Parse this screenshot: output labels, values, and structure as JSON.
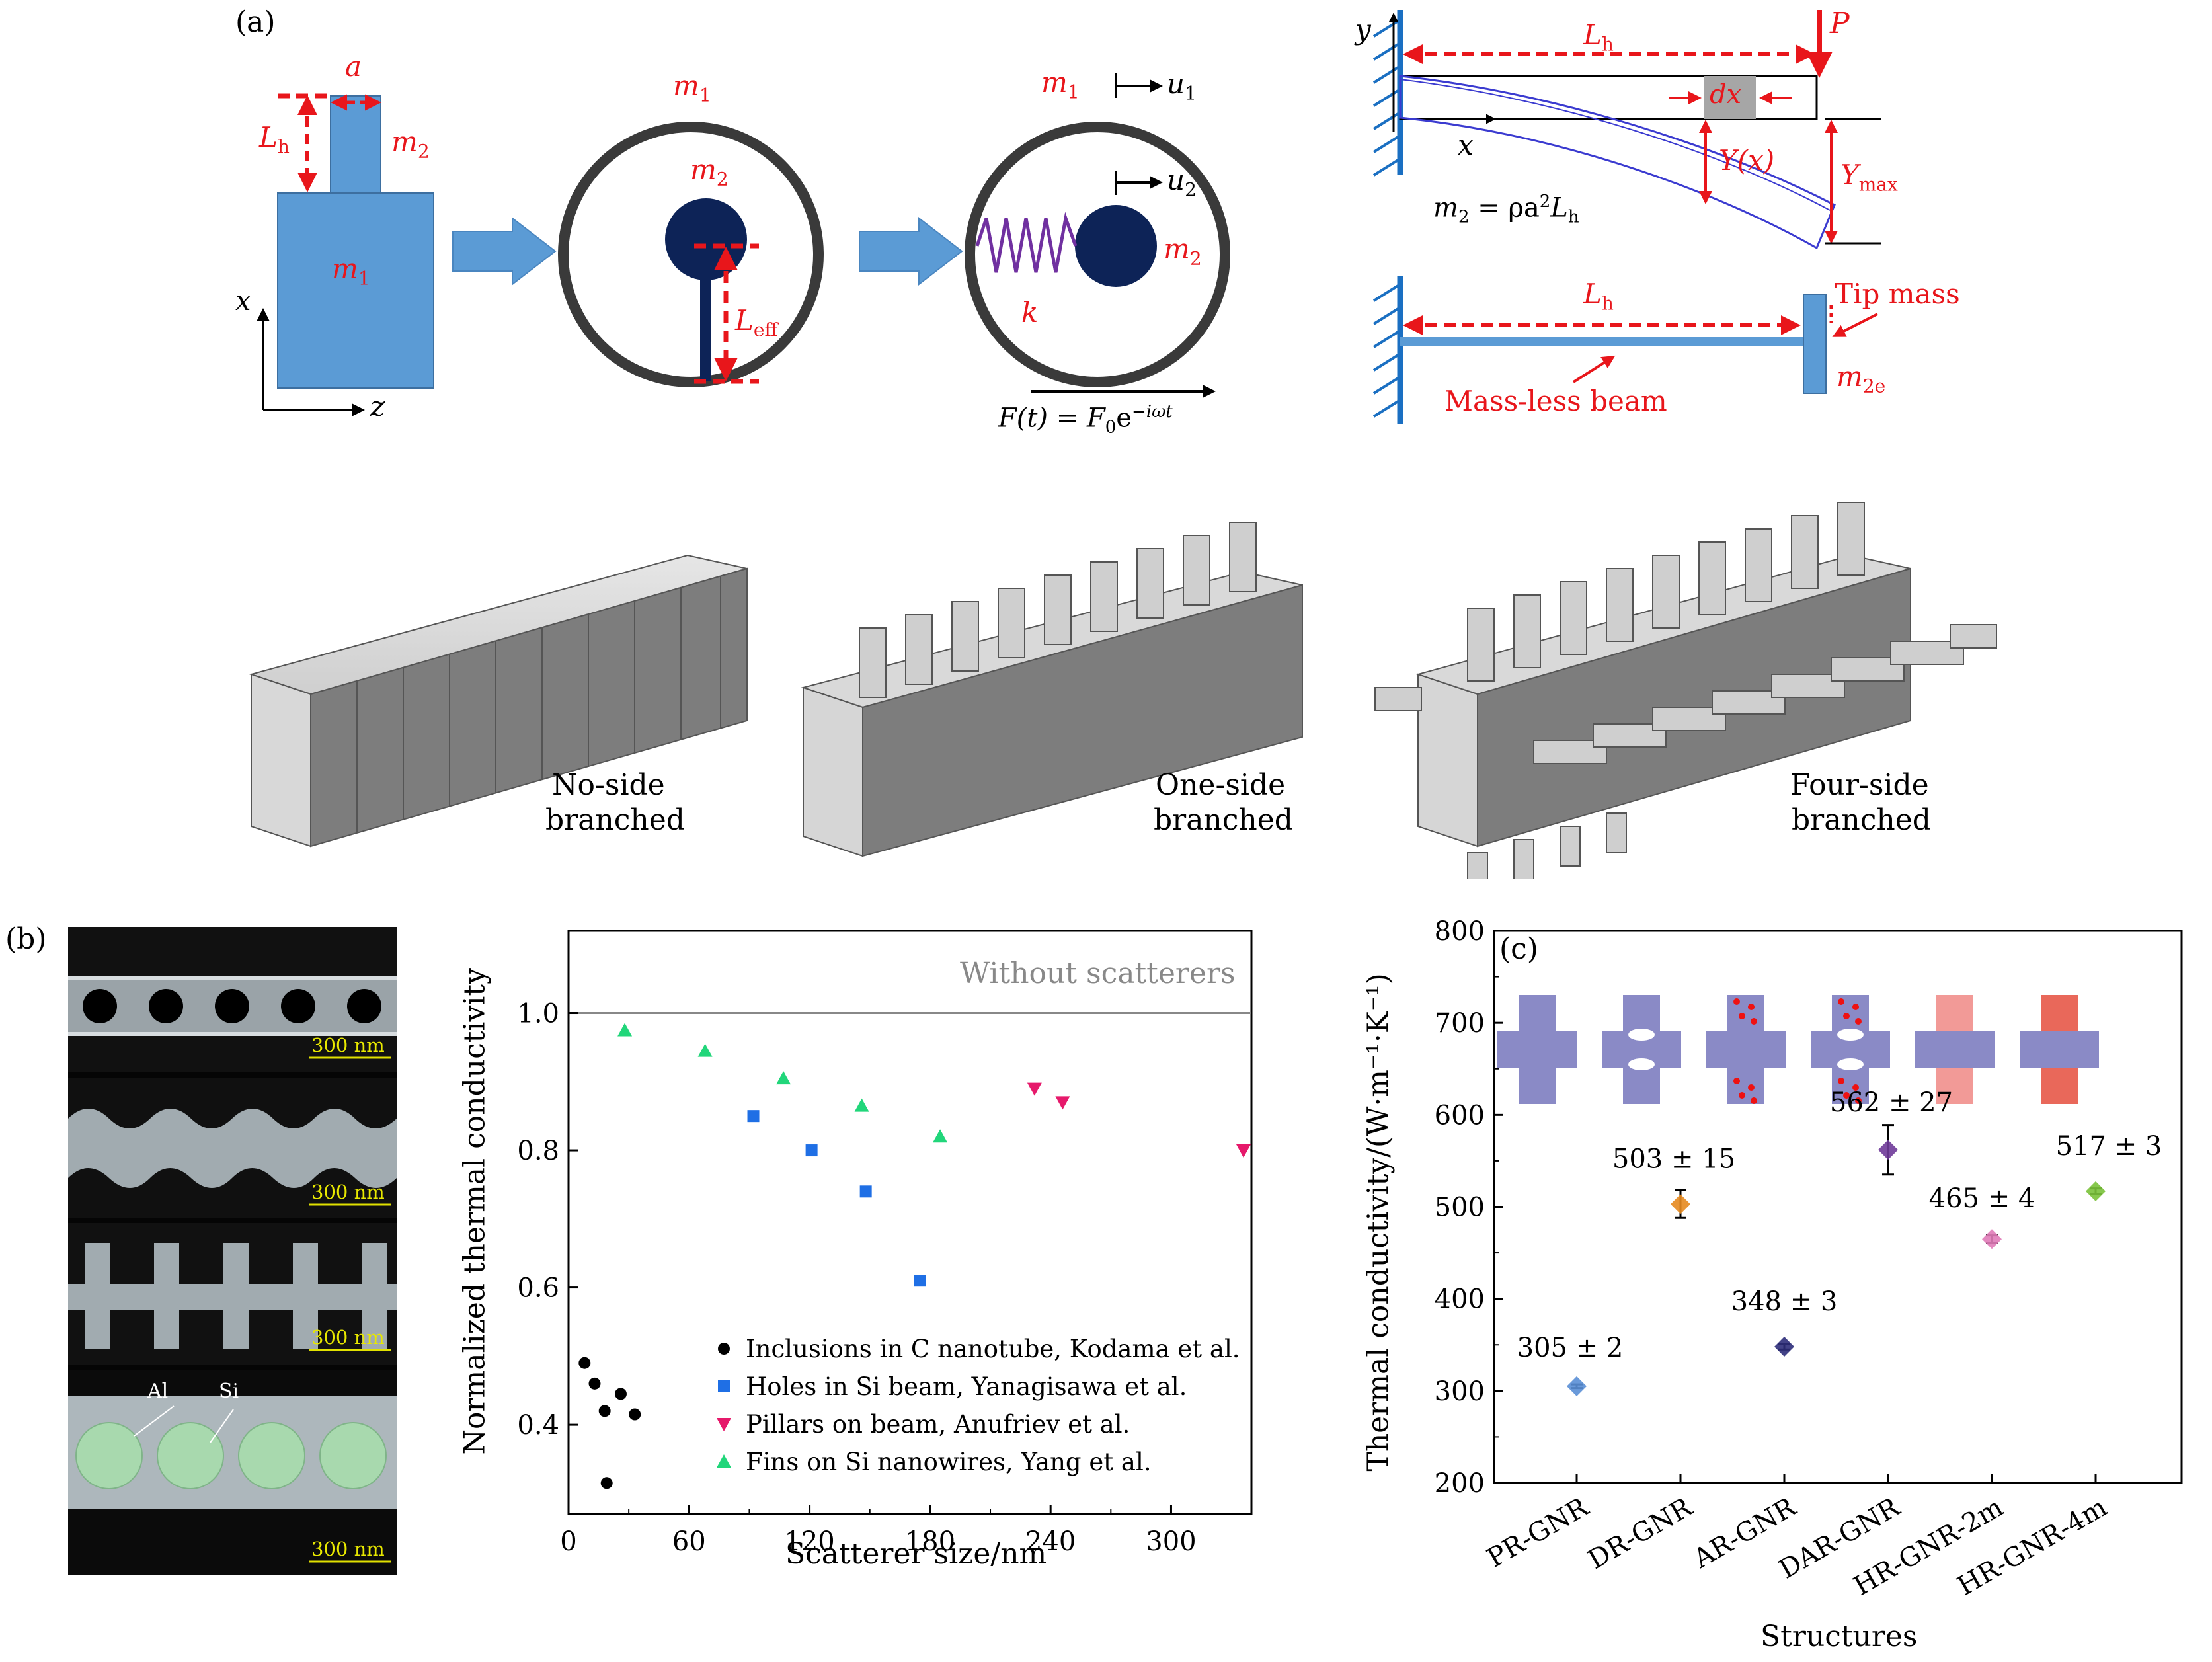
{
  "panel_a": {
    "label": "(a)",
    "block": {
      "a": "a",
      "Lh": "L",
      "Lh_sub": "h",
      "m2": "m",
      "m2_sub": "2",
      "m1": "m",
      "m1_sub": "1",
      "x": "x",
      "z": "z"
    },
    "circle1": {
      "m1": "m",
      "m1_sub": "1",
      "m2": "m",
      "m2_sub": "2",
      "Leff": "L",
      "Leff_sub": "eff"
    },
    "circle2": {
      "m1": "m",
      "m1_sub": "1",
      "u1": "u",
      "u1_sub": "1",
      "u2": "u",
      "u2_sub": "2",
      "m2": "m",
      "m2_sub": "2",
      "k": "k",
      "force": "F(t) = F",
      "force_sub": "0",
      "force_exp": "e",
      "force_pow": "−iωt"
    },
    "beam_top": {
      "y": "y",
      "x": "x",
      "Lh": "L",
      "Lh_sub": "h",
      "P": "P",
      "dx": "dx",
      "Yx": "Y(x)",
      "Ymax": "Y",
      "Ymax_sub": "max",
      "mass_eq": "m",
      "mass_eq_rest": " = ρa",
      "mass_eq_sup": "2",
      "mass_eq_L": "L",
      "mass_eq_h": "h"
    },
    "beam_bottom": {
      "Lh": "L",
      "Lh_sub": "h",
      "tip_mass": "Tip mass",
      "massless": "Mass-less beam",
      "m2e": "m",
      "m2e_sub": "2e"
    },
    "structures": [
      {
        "line1": "No-side",
        "line2": "branched"
      },
      {
        "line1": "One-side",
        "line2": "branched"
      },
      {
        "line1": "Four-side",
        "line2": "branched"
      }
    ],
    "colors": {
      "block": "#5b9bd5",
      "arrow": "#5b9bd5",
      "red": "#e8161b",
      "navy": "#0d2357",
      "spring": "#7030a0",
      "ring": "#3a3a3a"
    }
  },
  "panel_b": {
    "label": "(b)",
    "sem_scale": [
      "300 nm",
      "300 nm",
      "300 nm",
      "300 nm"
    ],
    "sem_labels": {
      "al": "Al",
      "si": "Si"
    },
    "chart_data": {
      "type": "scatter",
      "xlabel": "Scatterer size/nm",
      "ylabel": "Normalized thermal conductivity",
      "xlim": [
        0,
        340
      ],
      "ylim": [
        0.27,
        1.12
      ],
      "xticks": [
        0,
        60,
        120,
        180,
        240,
        300
      ],
      "yticks": [
        0.4,
        0.6,
        0.8,
        1.0
      ],
      "ytick_labels": [
        "0.4",
        "0.6",
        "0.8",
        "1.0"
      ],
      "reference_line": {
        "y": 1.0,
        "label": "Without scatterers"
      },
      "legend_position": "lower-right",
      "series": [
        {
          "name": "Inclusions in C nanotube, Kodama et al.",
          "marker": "circle",
          "color": "#000000",
          "x": [
            8,
            13,
            18,
            26,
            33,
            19
          ],
          "y": [
            0.49,
            0.46,
            0.42,
            0.445,
            0.415,
            0.315
          ]
        },
        {
          "name": "Holes in Si beam, Yanagisawa et al.",
          "marker": "square",
          "color": "#1f6fe5",
          "x": [
            92,
            121,
            148,
            175
          ],
          "y": [
            0.85,
            0.8,
            0.74,
            0.61
          ]
        },
        {
          "name": "Pillars on beam, Anufriev et al.",
          "marker": "triangle-down",
          "color": "#e6196b",
          "x": [
            232,
            246,
            340
          ],
          "y": [
            0.89,
            0.87,
            0.8
          ]
        },
        {
          "name": "Fins on Si nanowires, Yang et al.",
          "marker": "triangle-up",
          "color": "#21d67a",
          "x": [
            28,
            68,
            107,
            146,
            185
          ],
          "y": [
            0.975,
            0.945,
            0.905,
            0.865,
            0.82
          ]
        }
      ]
    }
  },
  "panel_c": {
    "label": "(c)",
    "chart_data": {
      "type": "scatter",
      "xlabel": "Structures",
      "ylabel": "Thermal conductivity/(W·m⁻¹·K⁻¹)",
      "ylim": [
        200,
        800
      ],
      "yticks": [
        200,
        300,
        400,
        500,
        600,
        700,
        800
      ],
      "categories": [
        "PR-GNR",
        "DR-GNR",
        "AR-GNR",
        "DAR-GNR",
        "HR-GNR-2m",
        "HR-GNR-4m"
      ],
      "values": [
        305,
        503,
        348,
        562,
        465,
        517
      ],
      "errors": [
        2,
        15,
        3,
        27,
        4,
        3
      ],
      "value_labels": [
        "305 ± 2",
        "503 ± 15",
        "348 ± 3",
        "562 ± 27",
        "465 ± 4",
        "517 ± 3"
      ],
      "colors": [
        "#5a8fd6",
        "#e58a1f",
        "#2e2d7a",
        "#6f3a99",
        "#e07bb8",
        "#7ac23a"
      ]
    }
  }
}
